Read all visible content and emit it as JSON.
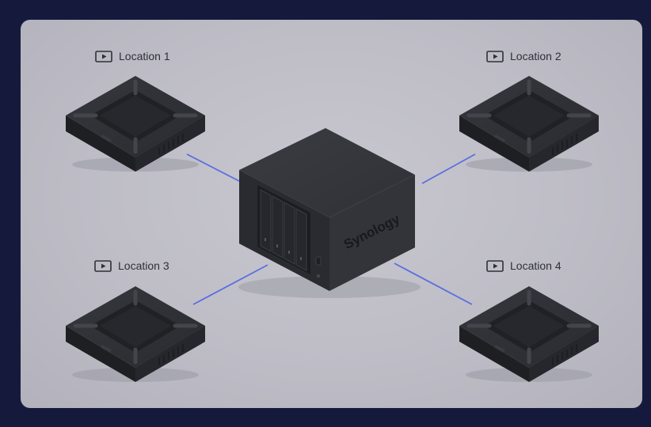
{
  "locations": [
    {
      "label": "Location 1",
      "icon": "video-play-icon"
    },
    {
      "label": "Location 2",
      "icon": "video-play-icon"
    },
    {
      "label": "Location 3",
      "icon": "video-play-icon"
    },
    {
      "label": "Location 4",
      "icon": "video-play-icon"
    }
  ],
  "server": {
    "brand": "Synology",
    "drive_bays": 4
  },
  "colors": {
    "page_background": "#151a3d",
    "stage_background": "#c2c1ca",
    "connector_line": "#5b6ee0",
    "device_body": "#2b2c31",
    "server_body": "#2f3035"
  }
}
